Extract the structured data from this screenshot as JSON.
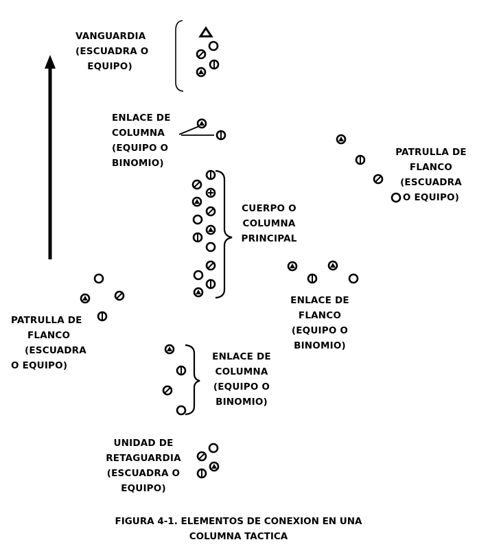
{
  "labels": {
    "vanguardia": [
      "VANGUARDIA",
      "(ESCUADRA O",
      "EQUIPO)"
    ],
    "enlace_columna_top": [
      "ENLACE DE",
      "COLUMNA",
      "(EQUIPO O",
      "BINOMIO)"
    ],
    "cuerpo": [
      "CUERPO O",
      "COLUMNA",
      "PRINCIPAL"
    ],
    "patrulla_derecha": [
      "PATRULLA DE",
      "FLANCO",
      "(ESCUADRA",
      "O EQUIPO)"
    ],
    "enlace_flanco": [
      "ENLACE DE",
      "FLANCO",
      "(EQUIPO O",
      "BINOMIO)"
    ],
    "patrulla_izquierda": [
      "PATRULLA DE",
      "FLANCO",
      "(ESCUADRA",
      "O EQUIPO)"
    ],
    "enlace_columna_bottom": [
      "ENLACE DE",
      "COLUMNA",
      "(EQUIPO O",
      "BINOMIO)"
    ],
    "retaguardia": [
      "UNIDAD DE",
      "RETAGUARDIA",
      "(ESCUADRA O",
      "EQUIPO)"
    ]
  },
  "caption": [
    "FIGURA 4-1. ELEMENTOS DE CONEXION EN UNA",
    "COLUMNA TACTICA"
  ],
  "symbols": {
    "vanguardia": [
      "triangle-leader",
      "diagonal",
      "empty",
      "triangle",
      "vertical"
    ],
    "enlace_columna_top": [
      "triangle",
      "vertical"
    ],
    "cuerpo": [
      "diagonal",
      "vertical",
      "triangle",
      "cross",
      "empty",
      "diagonal",
      "vertical",
      "triangle",
      "empty",
      "diagonal",
      "empty",
      "triangle",
      "vertical"
    ],
    "patrulla_derecha": [
      "triangle",
      "vertical",
      "diagonal",
      "empty"
    ],
    "enlace_flanco": [
      "triangle",
      "vertical",
      "triangle",
      "empty"
    ],
    "patrulla_izquierda": [
      "empty",
      "triangle",
      "diagonal",
      "vertical"
    ],
    "enlace_columna_bottom": [
      "triangle",
      "vertical",
      "diagonal",
      "empty"
    ],
    "retaguardia": [
      "empty",
      "diagonal",
      "triangle",
      "vertical"
    ]
  }
}
